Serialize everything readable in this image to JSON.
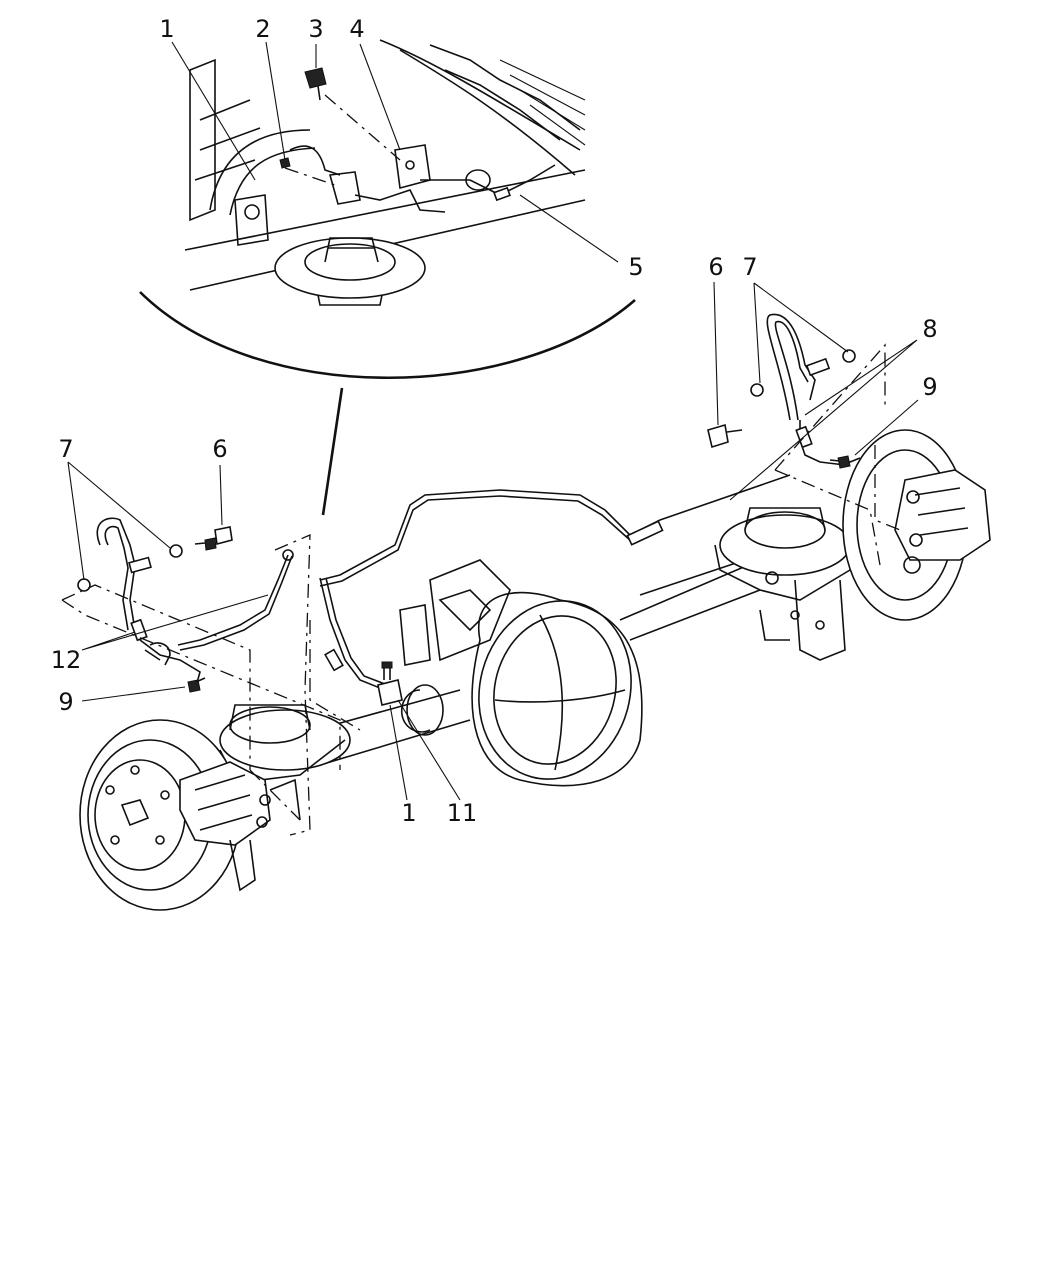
{
  "diagram": {
    "callouts": [
      {
        "id": "c1-top",
        "label": "1"
      },
      {
        "id": "c2",
        "label": "2"
      },
      {
        "id": "c3",
        "label": "3"
      },
      {
        "id": "c4",
        "label": "4"
      },
      {
        "id": "c5",
        "label": "5"
      },
      {
        "id": "c6-right",
        "label": "6"
      },
      {
        "id": "c7-right",
        "label": "7"
      },
      {
        "id": "c8",
        "label": "8"
      },
      {
        "id": "c9-right",
        "label": "9"
      },
      {
        "id": "c7-left",
        "label": "7"
      },
      {
        "id": "c6-left",
        "label": "6"
      },
      {
        "id": "c12",
        "label": "12"
      },
      {
        "id": "c9-left",
        "label": "9"
      },
      {
        "id": "c1-bottom",
        "label": "1"
      },
      {
        "id": "c11",
        "label": "11"
      }
    ]
  }
}
